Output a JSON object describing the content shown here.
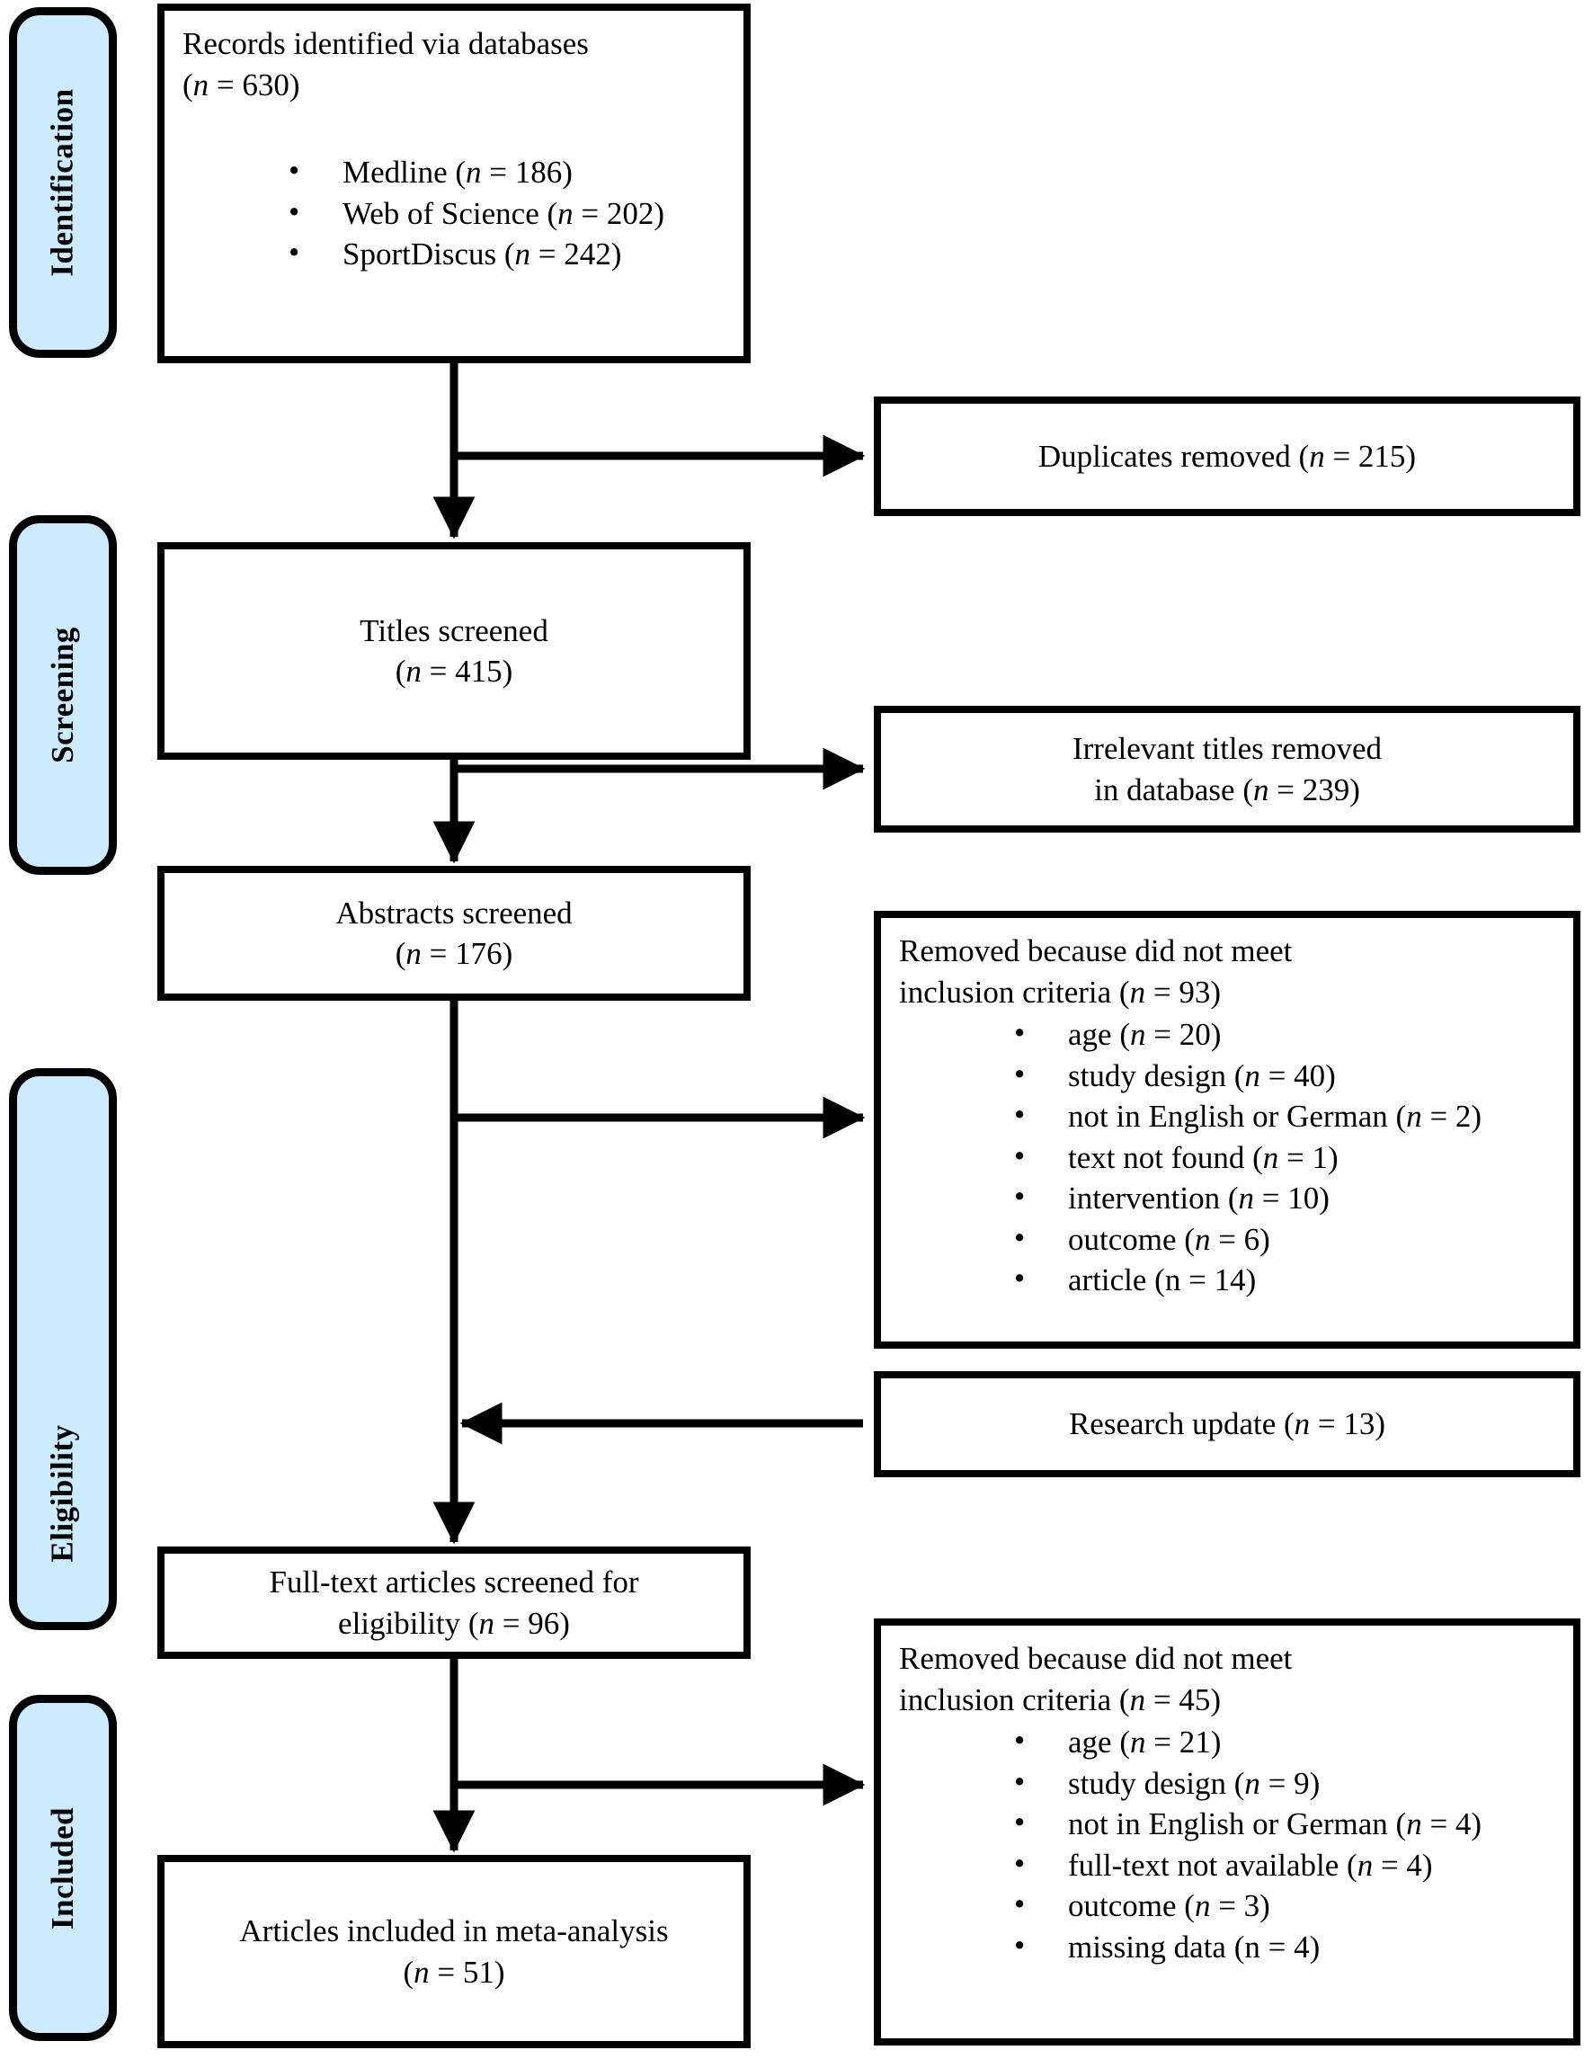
{
  "figure": {
    "type": "prisma-flow-diagram",
    "accent_fill": "#CCEBFF",
    "stroke": "#000000",
    "background": "#FFFFFF"
  },
  "stages": [
    {
      "id": "identification",
      "label": "Identification"
    },
    {
      "id": "screening",
      "label": "Screening"
    },
    {
      "id": "eligibility",
      "label": "Eligibility"
    },
    {
      "id": "included",
      "label": "Included"
    }
  ],
  "boxes": {
    "records_identified": {
      "line1": "Records identified via databases",
      "line2_prefix": "(",
      "line2_italic": "n",
      "line2_suffix": " = 630)",
      "bullets": [
        {
          "text": "Medline (",
          "italic": "n",
          "tail": " = 186)"
        },
        {
          "text": "Web of Science (",
          "italic": "n",
          "tail": " = 202)"
        },
        {
          "text": "SportDiscus (",
          "italic": "n",
          "tail": " = 242)"
        }
      ]
    },
    "duplicates_removed": {
      "text": "Duplicates removed (",
      "italic": "n",
      "tail": " = 215)"
    },
    "titles_screened": {
      "line1": "Titles screened",
      "line2_prefix": "(",
      "line2_italic": "n",
      "line2_suffix": " = 415)"
    },
    "irrelevant_titles": {
      "line1": "Irrelevant titles removed",
      "line2_prefix": "in database (",
      "line2_italic": "n",
      "line2_suffix": " = 239)"
    },
    "abstracts_screened": {
      "line1": "Abstracts screened",
      "line2_prefix": "(",
      "line2_italic": "n",
      "line2_suffix": " = 176)"
    },
    "removed_abstracts": {
      "line1": "Removed because did not meet",
      "line2_prefix": "inclusion criteria (",
      "line2_italic": "n",
      "line2_suffix": " = 93)",
      "bullets": [
        {
          "text": "age (",
          "italic": "n",
          "tail": " = 20)"
        },
        {
          "text": "study design (",
          "italic": "n",
          "tail": " = 40)"
        },
        {
          "text": "not in English or German (",
          "italic": "n",
          "tail": " = 2)"
        },
        {
          "text": "text not found (",
          "italic": "n",
          "tail": " = 1)"
        },
        {
          "text": "intervention (",
          "italic": "n",
          "tail": " = 10)"
        },
        {
          "text": "outcome (",
          "italic": "n",
          "tail": " = 6)"
        },
        {
          "text": "article (",
          "italic": "",
          "tail": "n = 14)"
        }
      ]
    },
    "research_update": {
      "text": "Research update (",
      "italic": "n",
      "tail": " = 13)"
    },
    "fulltext_screened": {
      "line1": "Full-text articles screened for",
      "line2_prefix": "eligibility (",
      "line2_italic": "n",
      "line2_suffix": " = 96)"
    },
    "removed_fulltext": {
      "line1": "Removed because did not meet",
      "line2_prefix": "inclusion criteria (",
      "line2_italic": "n",
      "line2_suffix": " = 45)",
      "bullets": [
        {
          "text": "age (",
          "italic": "n",
          "tail": " = 21)"
        },
        {
          "text": "study design (",
          "italic": "n",
          "tail": " = 9)"
        },
        {
          "text": "not in English or German (",
          "italic": "n",
          "tail": " = 4)"
        },
        {
          "text": "full-text not available (",
          "italic": "n",
          "tail": " = 4)"
        },
        {
          "text": "outcome (",
          "italic": "n",
          "tail": " = 3)"
        },
        {
          "text": "missing data (",
          "italic": "",
          "tail": "n = 4)"
        }
      ]
    },
    "articles_included": {
      "line1": "Articles included in meta-analysis",
      "line2_prefix": "(",
      "line2_italic": "n",
      "line2_suffix": " = 51)"
    }
  },
  "counts": {
    "records_identified": 630,
    "medline": 186,
    "web_of_science": 202,
    "sportdiscus": 242,
    "duplicates_removed": 215,
    "titles_screened": 415,
    "irrelevant_titles_removed": 239,
    "abstracts_screened": 176,
    "removed_after_abstracts": 93,
    "research_update": 13,
    "fulltext_screened": 96,
    "removed_after_fulltext": 45,
    "articles_included": 51
  }
}
